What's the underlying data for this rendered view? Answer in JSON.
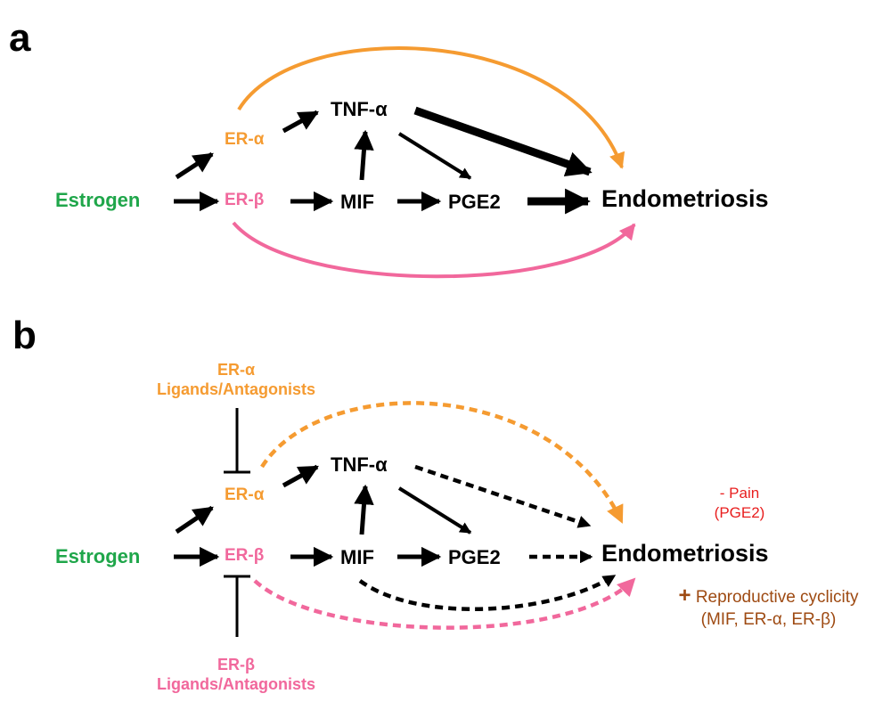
{
  "colors": {
    "green": "#1fa64a",
    "orange": "#f59b31",
    "pink": "#f1689c",
    "red": "#e81e1e",
    "brown": "#9e4a12",
    "black": "#000000"
  },
  "panel_a": {
    "label": "a",
    "estrogen": "Estrogen",
    "er_alpha": "ER-α",
    "er_beta": "ER-β",
    "tnf": "TNF-α",
    "mif": "MIF",
    "pge2": "PGE2",
    "endometriosis": "Endometriosis"
  },
  "panel_b": {
    "label": "b",
    "er_alpha_ligand_1": "ER-α",
    "er_alpha_ligand_2": "Ligands/Antagonists",
    "er_beta_ligand_1": "ER-β",
    "er_beta_ligand_2": "Ligands/Antagonists",
    "estrogen": "Estrogen",
    "er_alpha": "ER-α",
    "er_beta": "ER-β",
    "tnf": "TNF-α",
    "mif": "MIF",
    "pge2": "PGE2",
    "endometriosis": "Endometriosis",
    "pain_1": "- Pain",
    "pain_2": "(PGE2)",
    "plus": "+",
    "cyclicity_1": "Reproductive cyclicity",
    "cyclicity_2": "(MIF, ER-α, ER-β)"
  }
}
